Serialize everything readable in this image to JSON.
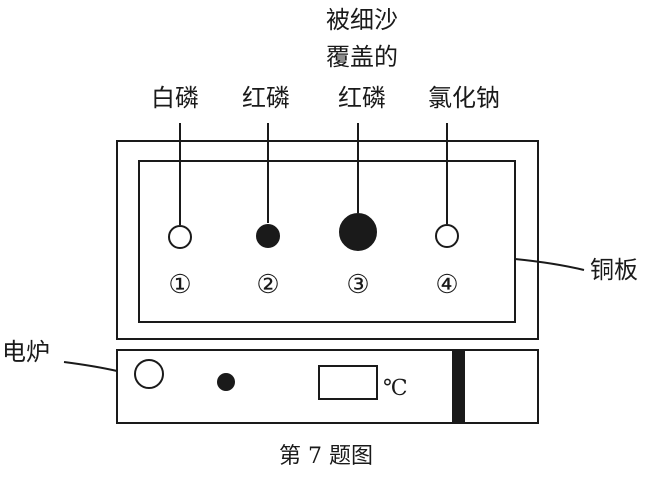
{
  "labels": {
    "white_phosphorus": "白磷",
    "red_phosphorus": "红磷",
    "covered_line1": "被细沙",
    "covered_line2": "覆盖的",
    "covered_line3": "红磷",
    "sodium_chloride": "氯化钠",
    "copper_plate": "铜板",
    "electric_furnace": "电炉"
  },
  "spots": [
    {
      "number": "①",
      "fill": "white"
    },
    {
      "number": "②",
      "fill": "black"
    },
    {
      "number": "③",
      "fill": "black"
    },
    {
      "number": "④",
      "fill": "white"
    }
  ],
  "furnace": {
    "unit": "℃"
  },
  "caption": "第 7 题图",
  "colors": {
    "ink": "#1a1a1a",
    "paper": "#ffffff"
  }
}
